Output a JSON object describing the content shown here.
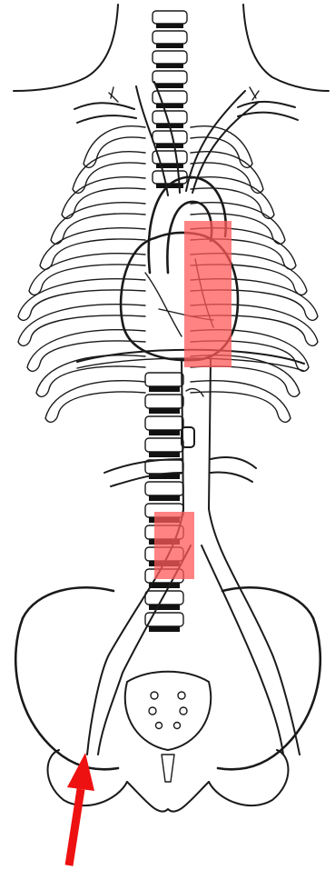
{
  "diagram": {
    "description_labels": [],
    "colors": {
      "line": "#1a1a1a",
      "highlight": "#ff5a5a",
      "highlight_opacity": 0.75,
      "arrow": "#ee1111",
      "background": "#ffffff"
    },
    "highlights": [
      "descending-thoracic-aorta",
      "infrarenal-abdominal-aorta"
    ],
    "arrow_target": "right-iliofemoral-access"
  }
}
